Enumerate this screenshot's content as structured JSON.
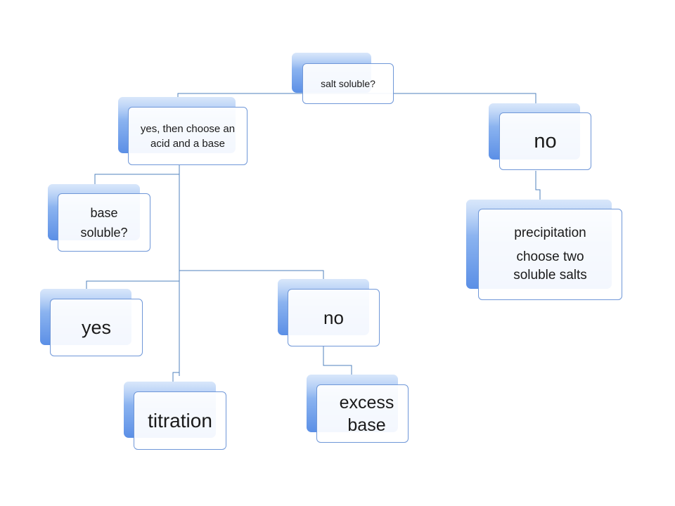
{
  "diagram": {
    "root": {
      "label": "salt soluble?"
    },
    "yes_branch": {
      "label": "yes, then choose an acid and a base"
    },
    "no_branch": {
      "label": "no"
    },
    "precipitation": {
      "line1": "precipitation",
      "line2": "choose two soluble salts"
    },
    "base_soluble": {
      "label": "base soluble?"
    },
    "yes": {
      "label": "yes"
    },
    "titration": {
      "label": "titration"
    },
    "no_sub": {
      "label": "no"
    },
    "excess_base": {
      "label": "excess base"
    }
  },
  "colors": {
    "box_gradient_top": "#b9d3f7",
    "box_gradient_bottom": "#5b8fe6",
    "border": "#6f97d8",
    "connector": "#4f81bd"
  }
}
